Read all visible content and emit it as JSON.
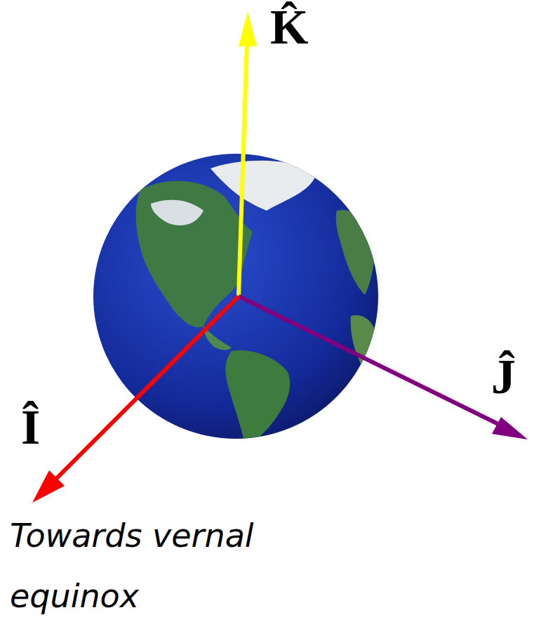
{
  "diagram": {
    "labels": [
      "K̂",
      "Ĵ",
      "Î",
      "Towards vernal equinox"
    ]
  }
}
